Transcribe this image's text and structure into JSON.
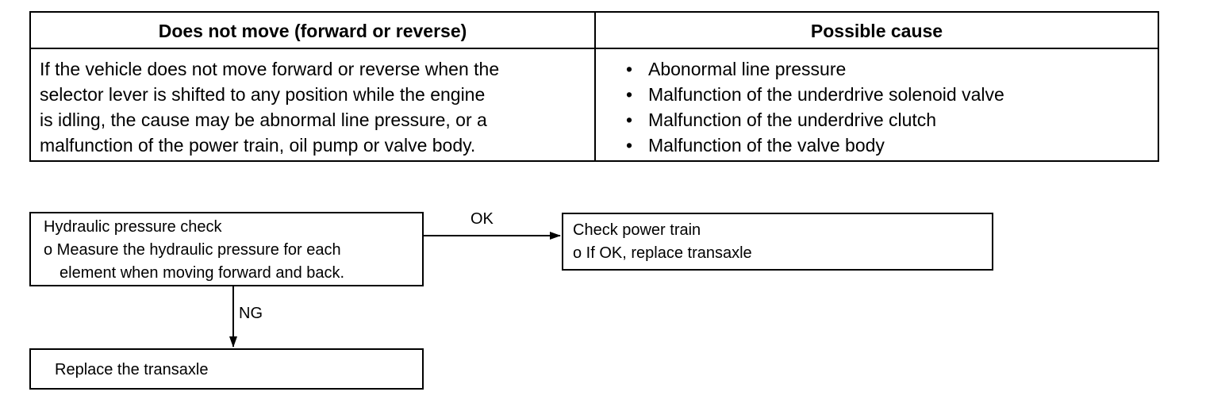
{
  "table": {
    "header_left": "Does not move (forward or reverse)",
    "header_right": "Possible cause",
    "description_lines": [
      "If the vehicle does not move forward or reverse when the",
      "selector lever is shifted to any position while the engine",
      "is idling, the cause may be abnormal line pressure, or a",
      "malfunction of the power train, oil pump or valve body."
    ],
    "bullet": "•",
    "causes": [
      "Abonormal line pressure",
      "Malfunction of the underdrive solenoid valve",
      "Malfunction of the underdrive clutch",
      "Malfunction of the valve body"
    ]
  },
  "flow": {
    "hydraulic": {
      "lines": [
        "Hydraulic pressure check",
        "o Measure the hydraulic pressure for each",
        "element when moving forward and back."
      ]
    },
    "power": {
      "lines": [
        "Check power train",
        "o If OK, replace transaxle"
      ]
    },
    "replace": {
      "text": "Replace the transaxle"
    },
    "ok_label": "OK",
    "ng_label": "NG"
  }
}
